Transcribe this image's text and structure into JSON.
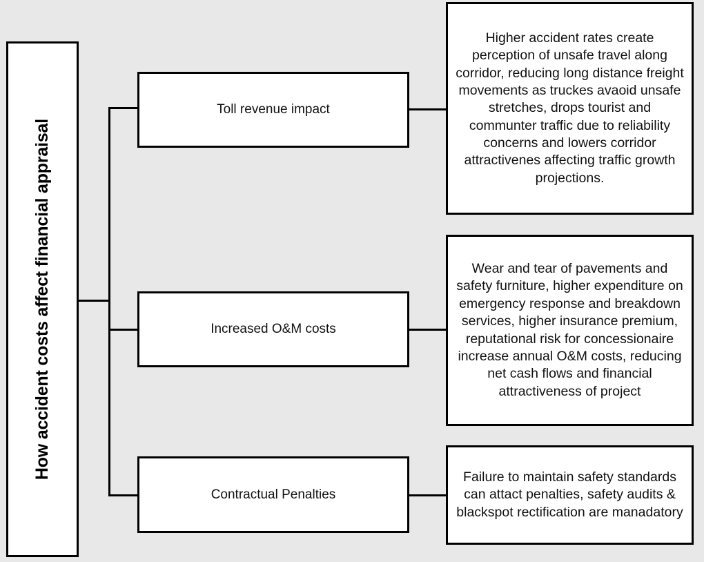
{
  "diagram": {
    "background_color": "#e8e8e8",
    "line_color": "#000000",
    "box_fill": "#ffffff",
    "root": {
      "label": "How accident costs affect financial appraisal"
    },
    "branches": [
      {
        "label": "Toll revenue impact",
        "detail": "Higher accident rates create perception of unsafe travel along corridor, reducing long distance freight movements as truckes avaoid unsafe stretches, drops tourist and communter traffic due to reliability concerns and lowers corridor attractivenes affecting traffic growth projections."
      },
      {
        "label": "Increased O&M costs",
        "detail": "Wear and tear of pavements and safety furniture, higher expenditure on emergency response and breakdown services, higher insurance premium, reputational risk for concessionaire increase annual O&M costs, reducing net cash flows and financial attractiveness of project"
      },
      {
        "label": "Contractual Penalties",
        "detail": "Failure to maintain safety standards can attact penalties, safety audits & blackspot rectification are manadatory"
      }
    ]
  }
}
